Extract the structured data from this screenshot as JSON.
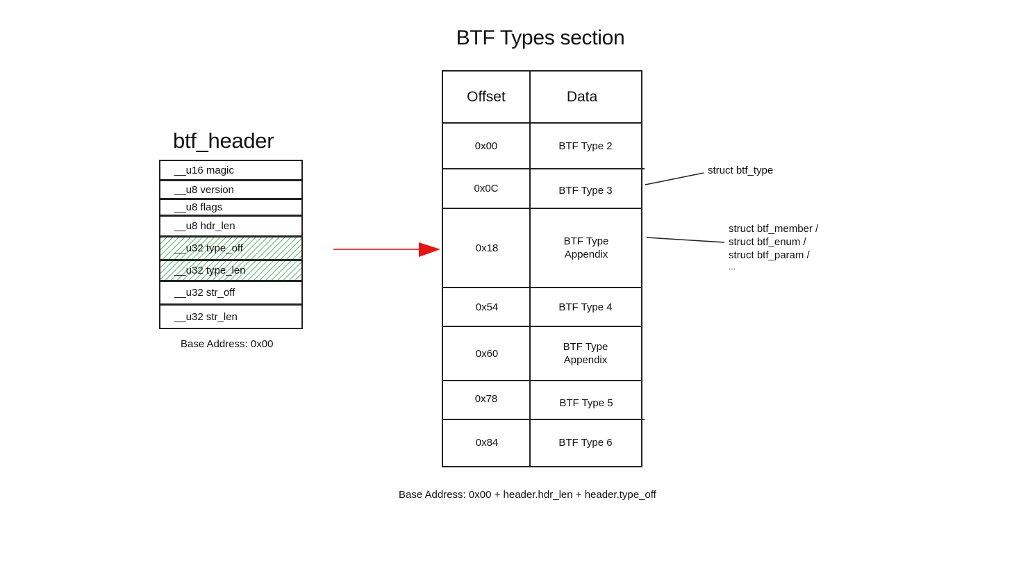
{
  "title": "BTF Types section",
  "header": {
    "title": "btf_header",
    "fields": [
      {
        "label": "__u16 magic",
        "highlighted": false
      },
      {
        "label": "__u8 version",
        "highlighted": false
      },
      {
        "label": "__u8 flags",
        "highlighted": false
      },
      {
        "label": "__u8 hdr_len",
        "highlighted": false
      },
      {
        "label": "__u32 type_off",
        "highlighted": true
      },
      {
        "label": "__u32 type_len",
        "highlighted": true
      },
      {
        "label": "__u32 str_off",
        "highlighted": false
      },
      {
        "label": "__u32 str_len",
        "highlighted": false
      }
    ],
    "caption": "Base Address: 0x00"
  },
  "table": {
    "columns": [
      "Offset",
      "Data"
    ],
    "rows": [
      {
        "offset": "0x00",
        "data": "BTF Type 2"
      },
      {
        "offset": "0x0C",
        "data": "BTF Type 3"
      },
      {
        "offset": "0x18",
        "data": "BTF Type\nAppendix"
      },
      {
        "offset": "0x54",
        "data": "BTF Type 4"
      },
      {
        "offset": "0x60",
        "data": "BTF Type\nAppendix"
      },
      {
        "offset": "0x78",
        "data": "BTF Type 5"
      },
      {
        "offset": "0x84",
        "data": "BTF Type 6"
      }
    ],
    "caption": "Base Address: 0x00 + header.hdr_len + header.type_off"
  },
  "annotations": {
    "type_struct": "struct btf_type",
    "appendix_structs": [
      "struct btf_member /",
      "struct btf_enum /",
      "struct btf_param /",
      "..."
    ]
  },
  "colors": {
    "arrow": "#ee2222",
    "hatch": "#5fbd6e",
    "line": "#222222"
  }
}
